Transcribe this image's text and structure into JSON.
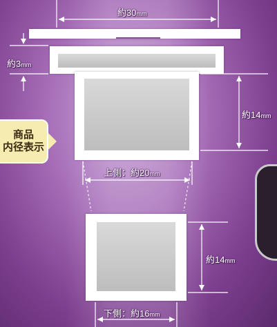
{
  "labels": {
    "top_width": {
      "prefix": "約",
      "value": "30",
      "unit": "mm"
    },
    "flange_thickness": {
      "prefix": "約",
      "value": "3",
      "unit": "mm"
    },
    "upper_height": {
      "prefix": "約",
      "value": "14",
      "unit": "mm"
    },
    "upper_width": {
      "prefix": "上側：約",
      "value": "20",
      "unit": "mm"
    },
    "lower_height": {
      "prefix": "約",
      "value": "14",
      "unit": "mm"
    },
    "lower_width": {
      "prefix": "下側：約",
      "value": "16",
      "unit": "mm"
    }
  },
  "badge": {
    "line1": "商品",
    "line2": "内径表示"
  },
  "colors": {
    "background": "#a870b9",
    "frame": "#ffffff",
    "inner": "#c8c8c8",
    "badge_bg": "#f6ecb0",
    "badge_text": "#3b2a12"
  }
}
